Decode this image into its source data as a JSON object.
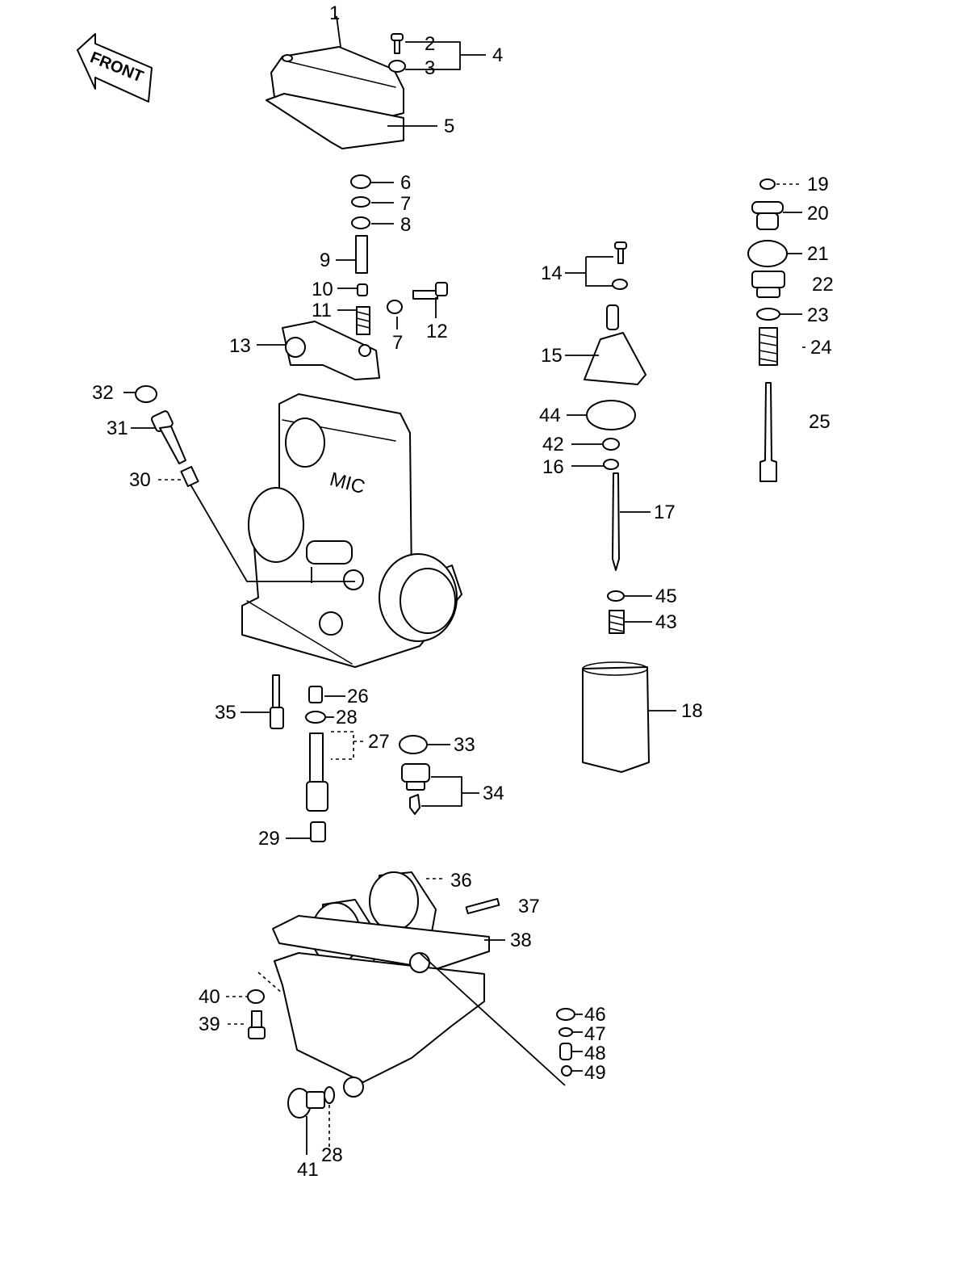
{
  "front_label": "FRONT",
  "callouts": [
    "1",
    "2",
    "3",
    "4",
    "5",
    "6",
    "7",
    "8",
    "9",
    "10",
    "11",
    "7",
    "12",
    "13",
    "14",
    "15",
    "44",
    "42",
    "16",
    "17",
    "45",
    "43",
    "18",
    "19",
    "20",
    "21",
    "22",
    "23",
    "24",
    "25",
    "32",
    "31",
    "30",
    "35",
    "26",
    "28",
    "27",
    "33",
    "34",
    "29",
    "36",
    "37",
    "38",
    "40",
    "39",
    "46",
    "47",
    "48",
    "49",
    "41",
    "28"
  ],
  "body_marking": "MIC"
}
